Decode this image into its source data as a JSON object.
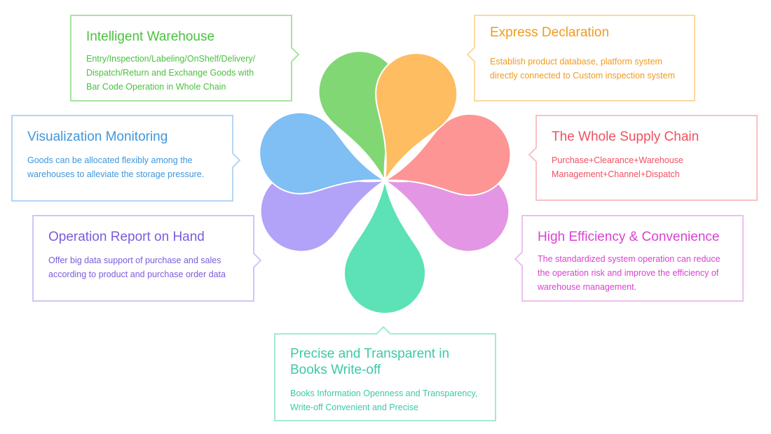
{
  "cards": [
    {
      "key": "intelligent_warehouse",
      "title": "Intelligent Warehouse",
      "lines": [
        "Entry/Inspection/Labeling/OnShelf/Delivery/",
        "Dispatch/Return and Exchange Goods with",
        "Bar Code Operation in Whole Chain"
      ],
      "border": "#a6e3a1",
      "color": "#4ac23e"
    },
    {
      "key": "express_declaration",
      "title": "Express Declaration",
      "lines": [
        "Establish product database, platform system",
        "directly connected to Custom inspection system"
      ],
      "border": "#fbd9a0",
      "color": "#f29a1c"
    },
    {
      "key": "visualization_monitoring",
      "title": "Visualization Monitoring",
      "lines": [
        "Goods can be allocated flexibly among the",
        "warehouses to alleviate the storage pressure."
      ],
      "border": "#b4d6f4",
      "color": "#3f96dc"
    },
    {
      "key": "whole_supply_chain",
      "title": "The Whole Supply Chain",
      "lines": [
        "Purchase+Clearance+Warehouse",
        "Management+Channel+Dispatch"
      ],
      "border": "#f8c2c6",
      "color": "#ee5160"
    },
    {
      "key": "operation_report",
      "title": "Operation Report on Hand",
      "lines": [
        "Offer big data support of purchase and sales",
        "according to product and purchase order data"
      ],
      "border": "#cfc6f6",
      "color": "#7a5cdc"
    },
    {
      "key": "high_efficiency",
      "title": "High Efficiency & Convenience",
      "lines": [
        "The standardized system operation can reduce",
        "the operation risk and improve the efficiency of",
        "warehouse management."
      ],
      "border": "#ecc0ee",
      "color": "#db42d1"
    },
    {
      "key": "books_writeoff",
      "title_lines": [
        "Precise and Transparent in",
        "Books Write-off"
      ],
      "lines": [
        "Books Information Openness and Transparency,",
        "Write-off Convenient and Precise"
      ],
      "border": "#a6e8d6",
      "color": "#3cc9a6"
    }
  ],
  "petals": [
    {
      "name": "petal-green",
      "color": "#81d774"
    },
    {
      "name": "petal-orange",
      "color": "#fdbd60"
    },
    {
      "name": "petal-blue",
      "color": "#7fbff3"
    },
    {
      "name": "petal-red",
      "color": "#fd9595"
    },
    {
      "name": "petal-purple",
      "color": "#b2a2f8"
    },
    {
      "name": "petal-pink",
      "color": "#e396e4"
    },
    {
      "name": "petal-teal",
      "color": "#5ce2b6"
    }
  ]
}
